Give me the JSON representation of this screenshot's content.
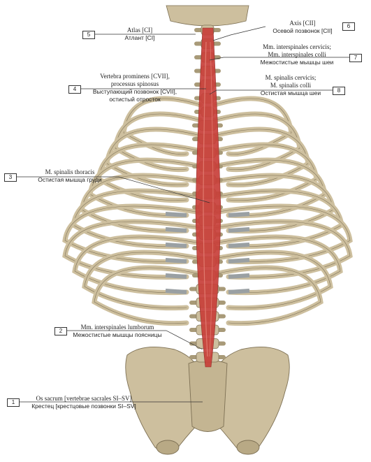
{
  "labels": [
    {
      "num": "1",
      "lat": "Os sacrum [vertebrae sacrales SI–SV]",
      "ru": "Крестец [крестцовые позвонки SI–SV]"
    },
    {
      "num": "2",
      "lat": "Mm. interspinales lumborum",
      "ru": "Межостистые мышцы поясницы"
    },
    {
      "num": "3",
      "lat": "M. spinalis thoracis",
      "ru": "Остистая мышца груди"
    },
    {
      "num": "4",
      "lat1": "Vertebra prominens [CVII],",
      "lat2": "processus spinosus",
      "ru1": "Выступающий позвонок [CVII],",
      "ru2": "остистый отросток"
    },
    {
      "num": "5",
      "lat": "Atlas [CI]",
      "ru": "Атлант [CI]"
    },
    {
      "num": "6",
      "lat": "Axis [CII]",
      "ru": "Осевой позвонок [CII]"
    },
    {
      "num": "7",
      "lat1": "Mm. interspinales cervicis;",
      "lat2": "Mm. interspinales colli",
      "ru": "Межостистые мышцы шеи"
    },
    {
      "num": "8",
      "lat1": "M. spinalis cervicis;",
      "lat2": "M. spinalis colli",
      "ru": "Остистая мышца шеи"
    }
  ],
  "colors": {
    "bone": "#cdbf9e",
    "bone_shade": "#a89a78",
    "bone_edge": "#7d7054",
    "muscle": "#c8403a",
    "muscle_light": "#e07a6e",
    "cartilage": "#9aa0a3",
    "leader": "#333333"
  }
}
